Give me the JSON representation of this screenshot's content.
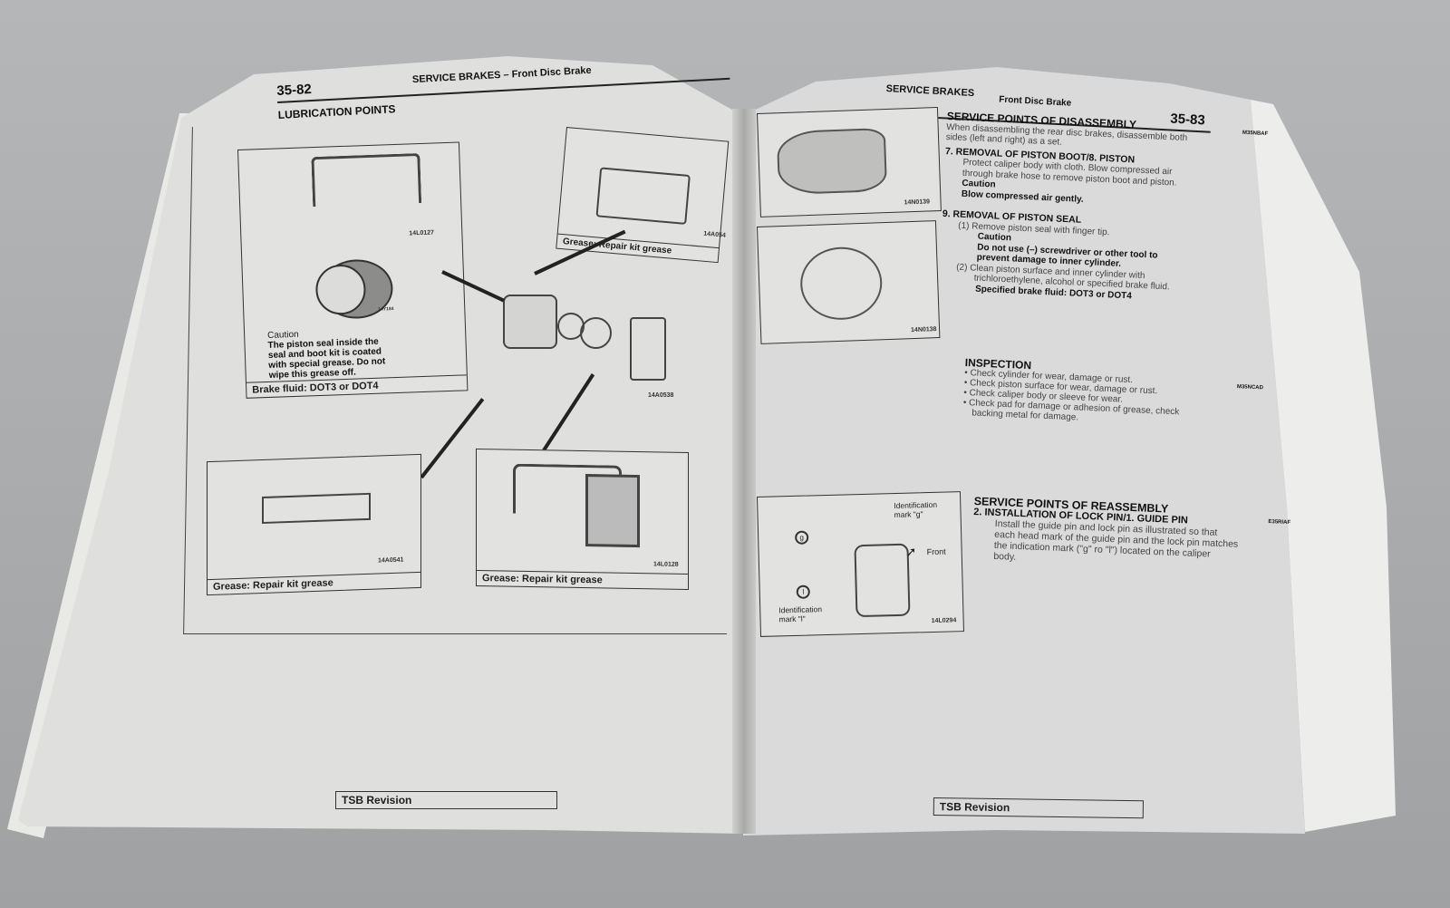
{
  "left_page": {
    "page_number": "35-82",
    "header": "SERVICE BRAKES – Front Disc Brake",
    "section_title": "LUBRICATION POINTS",
    "figures": [
      {
        "id": "14L0127",
        "sub_id": "14Y184",
        "caution_title": "Caution",
        "caution_lines": [
          "The piston seal inside the",
          "seal and boot kit is coated",
          "with special grease. Do not",
          "wipe this grease off."
        ],
        "caption": "Brake fluid: DOT3 or DOT4"
      },
      {
        "id": "14A054",
        "caption": "Grease: Repair kit grease"
      },
      {
        "id": "14A0538"
      },
      {
        "id": "14A0541",
        "caption": "Grease: Repair kit grease"
      },
      {
        "id": "14L0128",
        "caption": "Grease: Repair kit grease"
      }
    ],
    "footer": "TSB Revision"
  },
  "right_page": {
    "page_number": "35-83",
    "header_main": "SERVICE BRAKES",
    "header_sub": "Front Disc Brake",
    "disassembly": {
      "title": "SERVICE POINTS OF DISASSEMBLY",
      "code": "M35NBAF",
      "intro": [
        "When disassembling the rear disc brakes, disassemble both",
        "sides (left and right) as a set."
      ],
      "step7": {
        "title": "7.  REMOVAL OF PISTON BOOT/8. PISTON",
        "lines": [
          "Protect caliper body with cloth.  Blow compressed air",
          "through brake hose to remove piston boot and piston."
        ],
        "caution_title": "Caution",
        "caution": "Blow compressed air gently."
      },
      "step9": {
        "title": "9.  REMOVAL OF PISTON SEAL",
        "sub1": "(1)  Remove piston seal with finger tip.",
        "caution_title": "Caution",
        "caution_lines": [
          "Do not use (–) screwdriver or other tool to",
          "prevent damage to inner cylinder."
        ],
        "sub2_lines": [
          "(2)  Clean piston surface and inner cylinder with",
          "trichloroethylene, alcohol or specified brake fluid."
        ],
        "spec": "Specified brake fluid: DOT3 or DOT4"
      }
    },
    "inspection": {
      "title": "INSPECTION",
      "code": "M35NCAD",
      "items": [
        "Check cylinder for wear, damage or rust.",
        "Check piston surface for wear, damage or rust.",
        "Check caliper body or sleeve for wear.",
        "Check pad for damage or adhesion of grease, check"
      ],
      "item4_cont": "backing metal for damage."
    },
    "reassembly": {
      "title": "SERVICE POINTS OF REASSEMBLY",
      "code": "E35RIAF",
      "step": "2.  INSTALLATION OF LOCK PIN/1. GUIDE PIN",
      "lines": [
        "Install the guide pin and lock pin as illustrated so that",
        "each head mark of the guide pin and the lock pin matches",
        "the indication mark (\"g\" ro \"l\") located on the caliper",
        "body."
      ]
    },
    "figures": [
      {
        "id": "14N0139"
      },
      {
        "id": "14N0138"
      },
      {
        "id": "14L0294",
        "label_g": [
          "Identification",
          "mark \"g\""
        ],
        "label_l": [
          "Identification",
          "mark \"l\""
        ],
        "front": "Front",
        "pin_g": "g",
        "pin_l": "l"
      }
    ],
    "footer": "TSB Revision"
  }
}
